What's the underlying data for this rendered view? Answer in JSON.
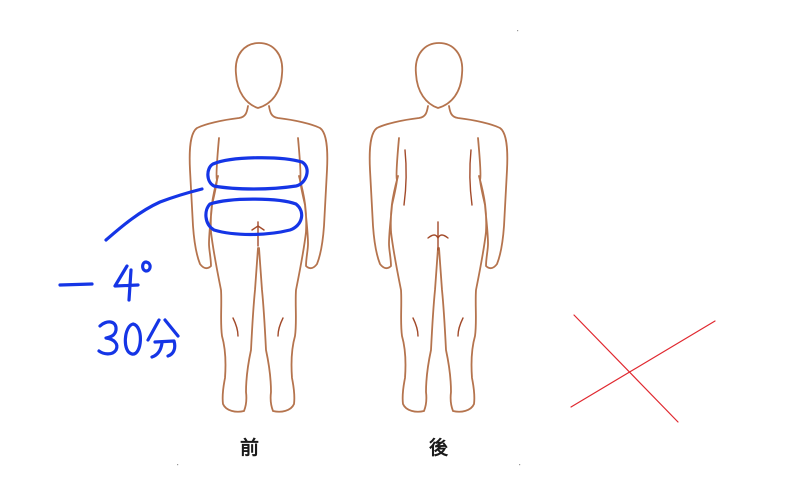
{
  "labels": {
    "front": "前",
    "back": "後"
  },
  "annotation": {
    "handwritten_text_lines": [
      "－4°",
      "30分"
    ],
    "ink_color": "#1535e6"
  },
  "colors": {
    "body_outline": "#b5744e",
    "body_detail": "#a24a2a",
    "cross_mark": "#e0282f"
  }
}
